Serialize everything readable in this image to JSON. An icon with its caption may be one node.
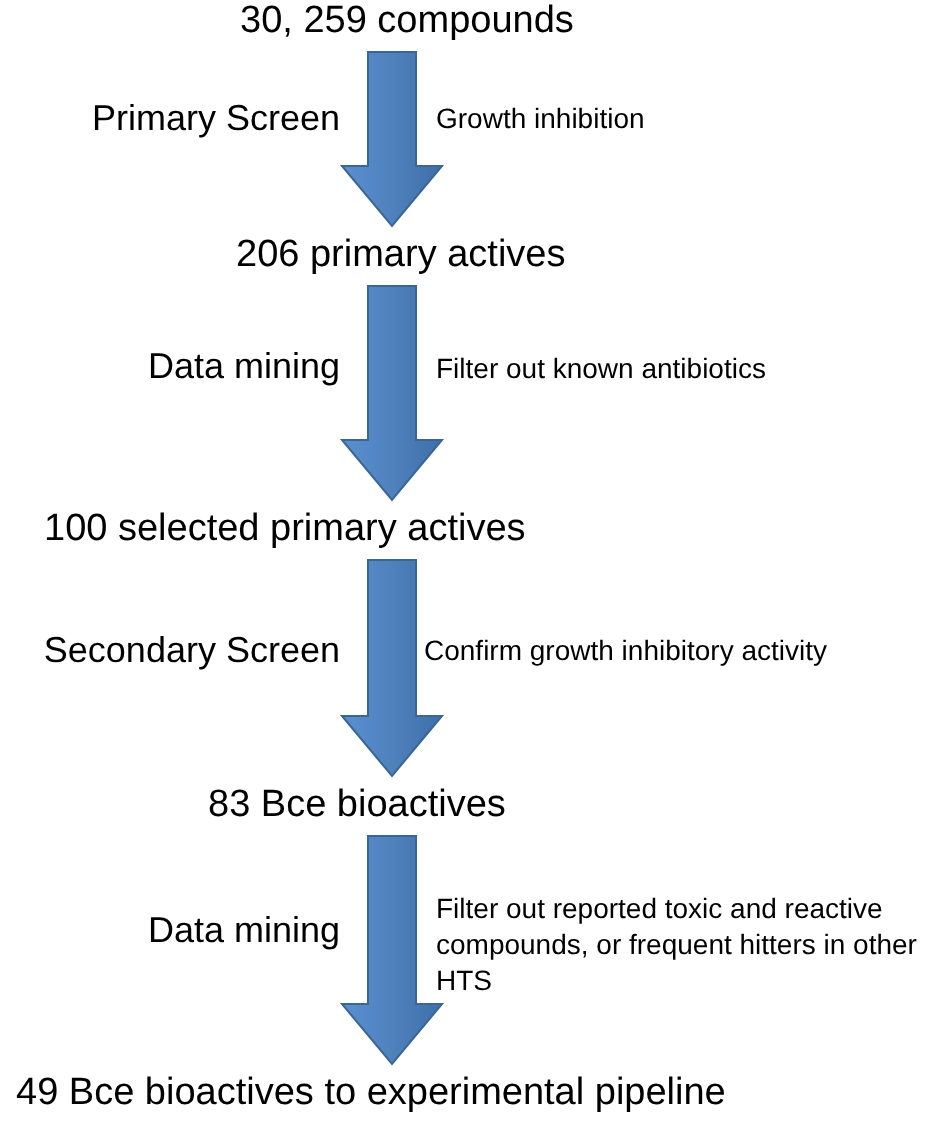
{
  "diagram": {
    "nodes": [
      {
        "text": [
          "30, 259 compounds"
        ]
      },
      {
        "text": [
          "206 primary actives"
        ]
      },
      {
        "text": [
          "100 selected primary actives"
        ]
      },
      {
        "text": [
          "83 Bce bioactives"
        ]
      },
      {
        "text": [
          "49 Bce bioactives to experimental pipeline"
        ]
      }
    ],
    "edges": [
      {
        "from": 0,
        "to": 1,
        "arrow": "to",
        "label": "Primary Screen",
        "style": "thick"
      },
      {
        "from": 1,
        "to": 2,
        "arrow": "to",
        "label": "Data mining",
        "style": "thick"
      },
      {
        "from": 2,
        "to": 3,
        "arrow": "to",
        "label": "Secondary Screen",
        "style": "thick"
      },
      {
        "from": 3,
        "to": 4,
        "arrow": "to",
        "label": "Data mining",
        "style": "thick"
      }
    ],
    "labels": [
      "Growth inhibition",
      "Filter out known antibiotics",
      "Confirm growth inhibitory activity",
      "Filter out reported toxic and reactive compounds, or frequent hitters in other HTS"
    ]
  }
}
